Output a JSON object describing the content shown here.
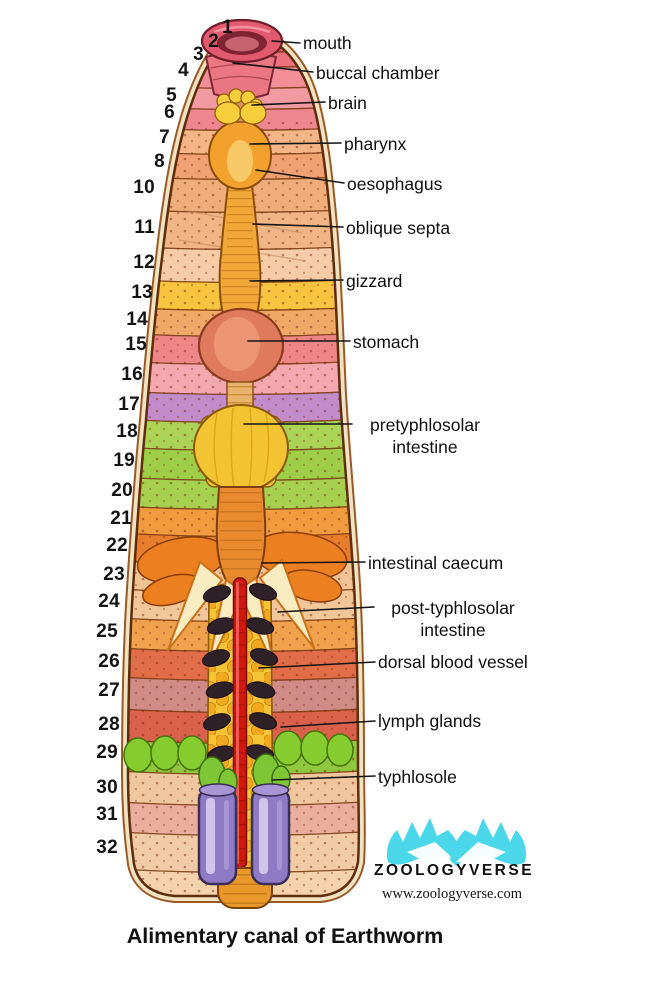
{
  "figure": {
    "caption": "Alimentary canal of Earthworm",
    "segment_numbers": [
      "1",
      "2",
      "3",
      "4",
      "5",
      "6",
      "7",
      "8",
      "10",
      "11",
      "12",
      "13",
      "14",
      "15",
      "16",
      "17",
      "18",
      "19",
      "20",
      "21",
      "22",
      "23",
      "24",
      "25",
      "26",
      "27",
      "28",
      "29",
      "30",
      "31",
      "32"
    ],
    "labels": {
      "mouth": "mouth",
      "buccal_chamber": "buccal chamber",
      "brain": "brain",
      "pharynx": "pharynx",
      "oesophagus": "oesophagus",
      "oblique_septa": "oblique septa",
      "gizzard": "gizzard",
      "stomach": "stomach",
      "pretyphlosolar_intestine_line1": "pretyphlosolar",
      "pretyphlosolar_intestine_line2": "intestine",
      "intestinal_caecum": "intestinal caecum",
      "post_typhlosolar_intestine_line1": "post-typhlosolar",
      "post_typhlosolar_intestine_line2": "intestine",
      "dorsal_blood_vessel": "dorsal blood vessel",
      "lymph_glands": "lymph glands",
      "typhlosole": "typhlosole"
    }
  },
  "brand": {
    "name": "ZOOLOGYVERSE",
    "website": "www.zoologyverse.com"
  },
  "palette": {
    "logo-cyan": "#49D7E9",
    "vessel-red": "#CE1910",
    "typhlosole-green": "#7FC637",
    "body-base": "#F4C89C",
    "ink": "#141414"
  }
}
